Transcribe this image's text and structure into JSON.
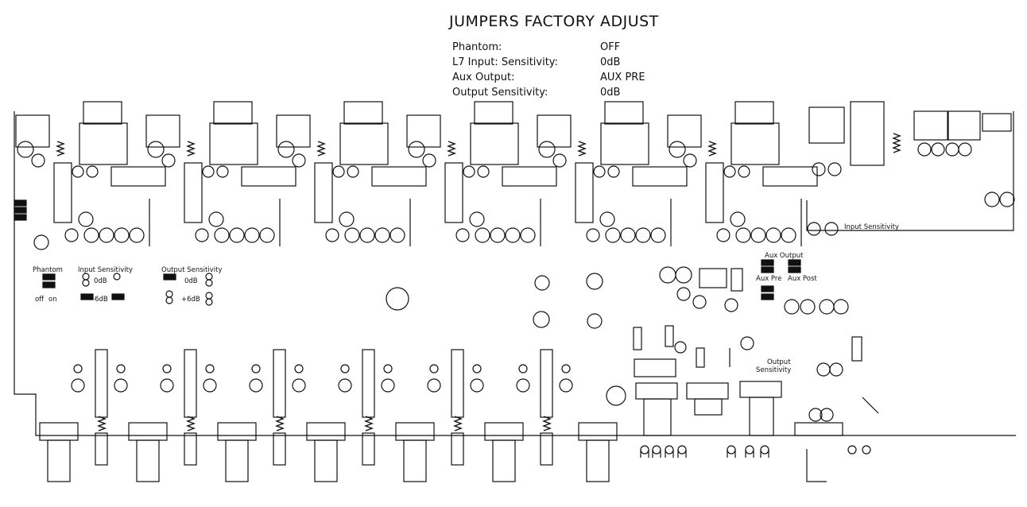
{
  "header": {
    "title": "JUMPERS FACTORY ADJUST"
  },
  "settings": [
    {
      "label": "Phantom:",
      "value": "OFF"
    },
    {
      "label": "L7 Input: Sensitivity:",
      "value": "0dB"
    },
    {
      "label": "Aux Output:",
      "value": "AUX PRE"
    },
    {
      "label": "Output Sensitivity:",
      "value": "0dB"
    }
  ],
  "board_labels": {
    "phantom": "Phantom",
    "phantom_off": "off",
    "phantom_on": "on",
    "input_sensitivity": "Input Sensitivity",
    "input_0db": "0dB",
    "input_minus6db": "-6dB",
    "output_sensitivity": "Output Sensitivity",
    "output_0db": "0dB",
    "output_plus6db": "+6dB",
    "right_input_sensitivity": "Input Sensitivity",
    "aux_output": "Aux Output",
    "aux_pre": "Aux Pre",
    "aux_post": "Aux Post",
    "right_output_sensitivity_1": "Output",
    "right_output_sensitivity_2": "Sensitivity"
  }
}
